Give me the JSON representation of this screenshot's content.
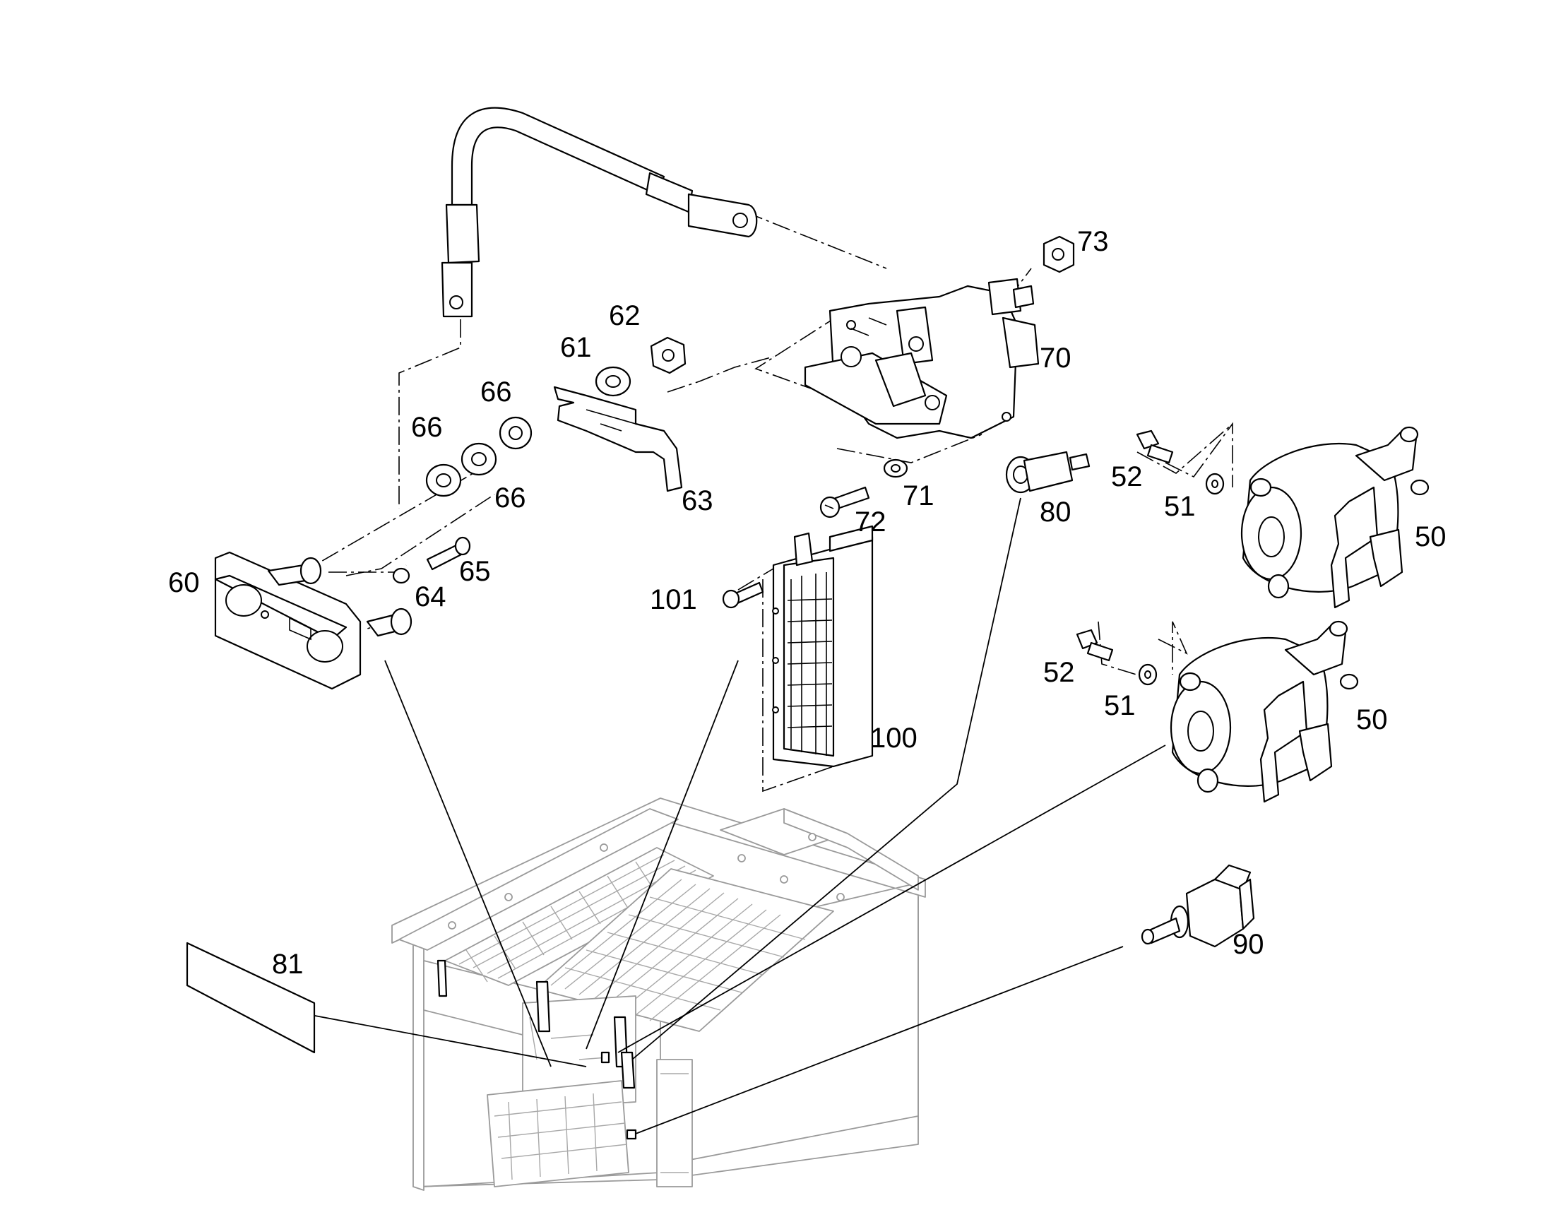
{
  "callouts": [
    {
      "id": "c73",
      "label": "73"
    },
    {
      "id": "c62",
      "label": "62"
    },
    {
      "id": "c61",
      "label": "61"
    },
    {
      "id": "c70",
      "label": "70"
    },
    {
      "id": "c66a",
      "label": "66"
    },
    {
      "id": "c66b",
      "label": "66"
    },
    {
      "id": "c66c",
      "label": "66"
    },
    {
      "id": "c63",
      "label": "63"
    },
    {
      "id": "c71",
      "label": "71"
    },
    {
      "id": "c72",
      "label": "72"
    },
    {
      "id": "c80",
      "label": "80"
    },
    {
      "id": "c52a",
      "label": "52"
    },
    {
      "id": "c51a",
      "label": "51"
    },
    {
      "id": "c50a",
      "label": "50"
    },
    {
      "id": "c60",
      "label": "60"
    },
    {
      "id": "c65",
      "label": "65"
    },
    {
      "id": "c64",
      "label": "64"
    },
    {
      "id": "c101",
      "label": "101"
    },
    {
      "id": "c52b",
      "label": "52"
    },
    {
      "id": "c51b",
      "label": "51"
    },
    {
      "id": "c50b",
      "label": "50"
    },
    {
      "id": "c100",
      "label": "100"
    },
    {
      "id": "c81",
      "label": "81"
    },
    {
      "id": "c90",
      "label": "90"
    }
  ]
}
